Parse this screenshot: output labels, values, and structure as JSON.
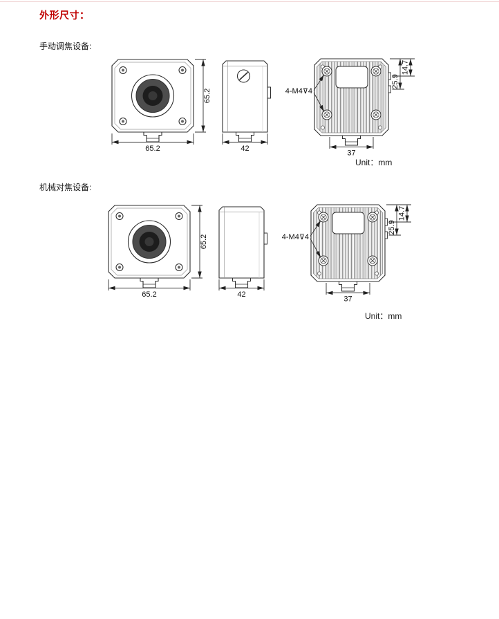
{
  "page": {
    "title": "外形尺寸：",
    "title_color": "#c00000",
    "background": "#ffffff"
  },
  "sections": [
    {
      "id": "manual-focus",
      "label": "手动调焦设备:",
      "unit_label": "Unit：mm",
      "dimensions": {
        "front_width_mm": "65.2",
        "front_height_mm": "65.2",
        "side_depth_mm": "42",
        "rear_bottom_width_mm": "37",
        "rear_offset_upper_mm": "14.7",
        "rear_offset_lower_mm": "25.9",
        "mounting_holes_note": "4-M4⊽4"
      }
    },
    {
      "id": "mechanical-focus",
      "label": "机械对焦设备:",
      "unit_label": "Unit：mm",
      "dimensions": {
        "front_width_mm": "65.2",
        "front_height_mm": "65.2",
        "side_depth_mm": "42",
        "rear_bottom_width_mm": "37",
        "rear_offset_upper_mm": "14.7",
        "rear_offset_lower_mm": "25.9",
        "mounting_holes_note": "4-M4⊽4"
      }
    }
  ]
}
